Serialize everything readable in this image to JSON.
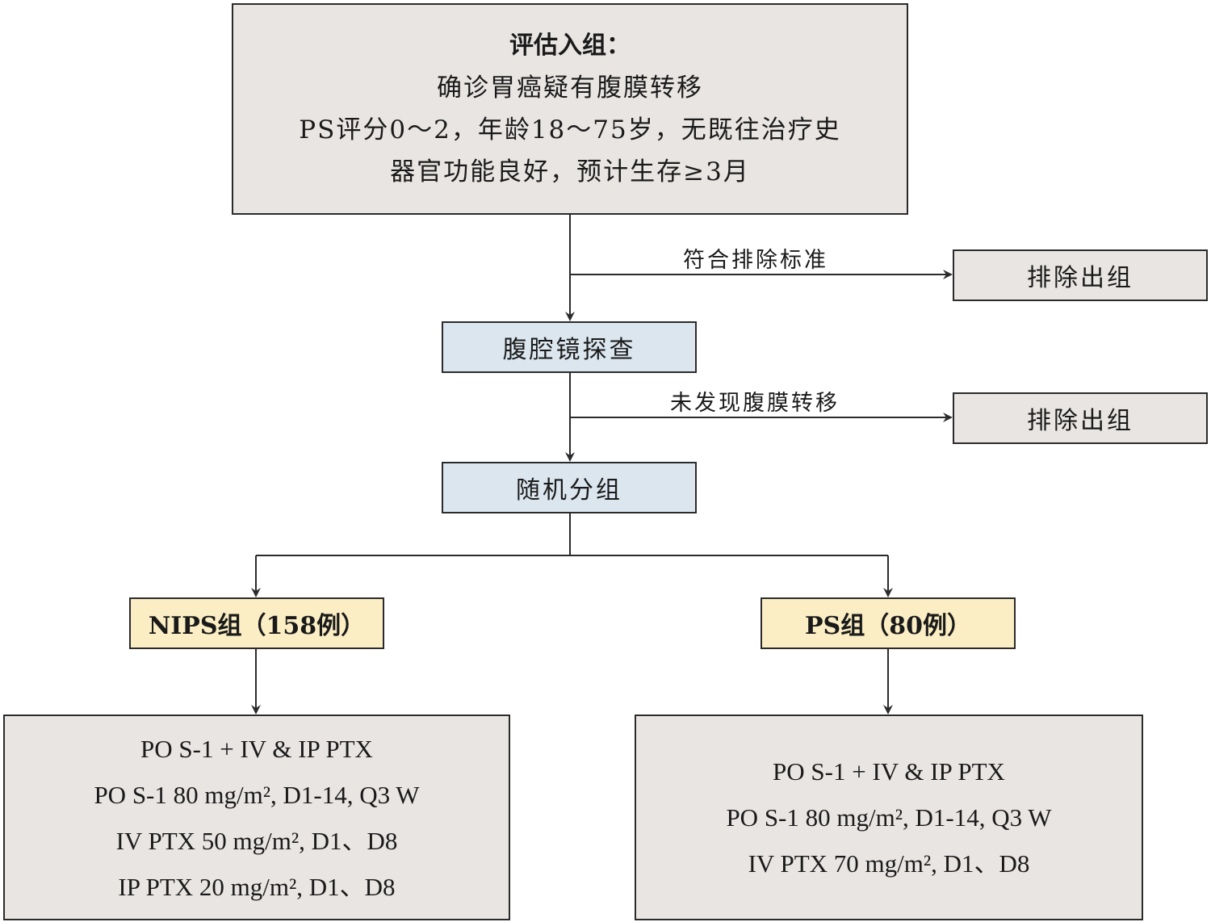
{
  "eligibility": {
    "title": "评估入组：",
    "lines": [
      "确诊胃癌疑有腹膜转移",
      "PS评分0～2，年龄18～75岁，无既往治疗史",
      "器官功能良好，预计生存≥3月"
    ]
  },
  "exclusion_1": {
    "edge_label": "符合排除标准",
    "box_label": "排除出组"
  },
  "laparoscopy": {
    "label": "腹腔镜探查"
  },
  "exclusion_2": {
    "edge_label": "未发现腹膜转移",
    "box_label": "排除出组"
  },
  "randomization": {
    "label": "随机分组"
  },
  "nips_group": {
    "label": "NIPS组（158例）",
    "regimen": [
      "PO S-1 + IV & IP PTX",
      "PO S-1 80 mg/m², D1-14, Q3 W",
      "IV PTX 50 mg/m², D1、D8",
      "IP PTX 20 mg/m², D1、D8"
    ]
  },
  "ps_group": {
    "label": "PS组（80例）",
    "regimen": [
      "PO S-1 + IV & IP PTX",
      "PO S-1 80 mg/m², D1-14, Q3 W",
      "IV PTX 70 mg/m², D1、D8"
    ]
  },
  "colors": {
    "gray_box": "#e9e5e3",
    "blue_box": "#dbe6ef",
    "yellow_box": "#fbeec4",
    "line": "#2b2b2b"
  }
}
